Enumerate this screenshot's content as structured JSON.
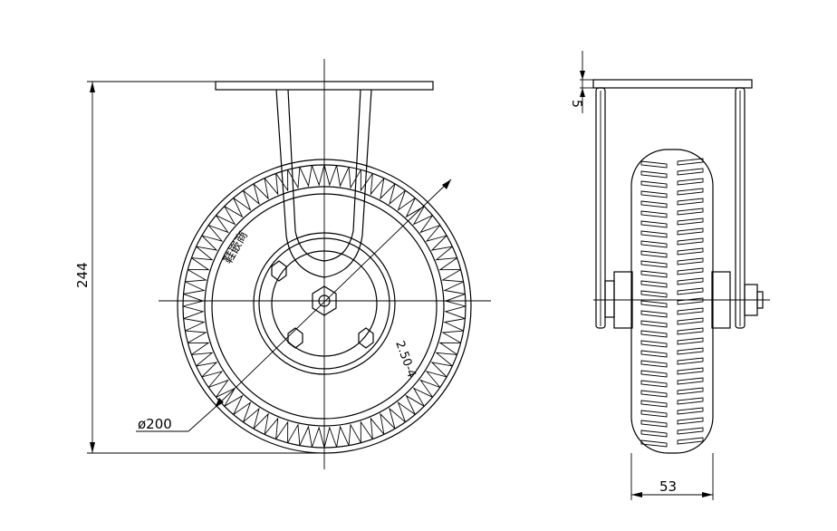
{
  "drawing": {
    "front_view": {
      "height_dim": "244",
      "diameter_dim": "ø200",
      "tire_size": "2.50-4",
      "tire_brand_mark": "鞋嵌商"
    },
    "side_view": {
      "plate_thickness_dim": "5",
      "width_dim": "53"
    }
  }
}
